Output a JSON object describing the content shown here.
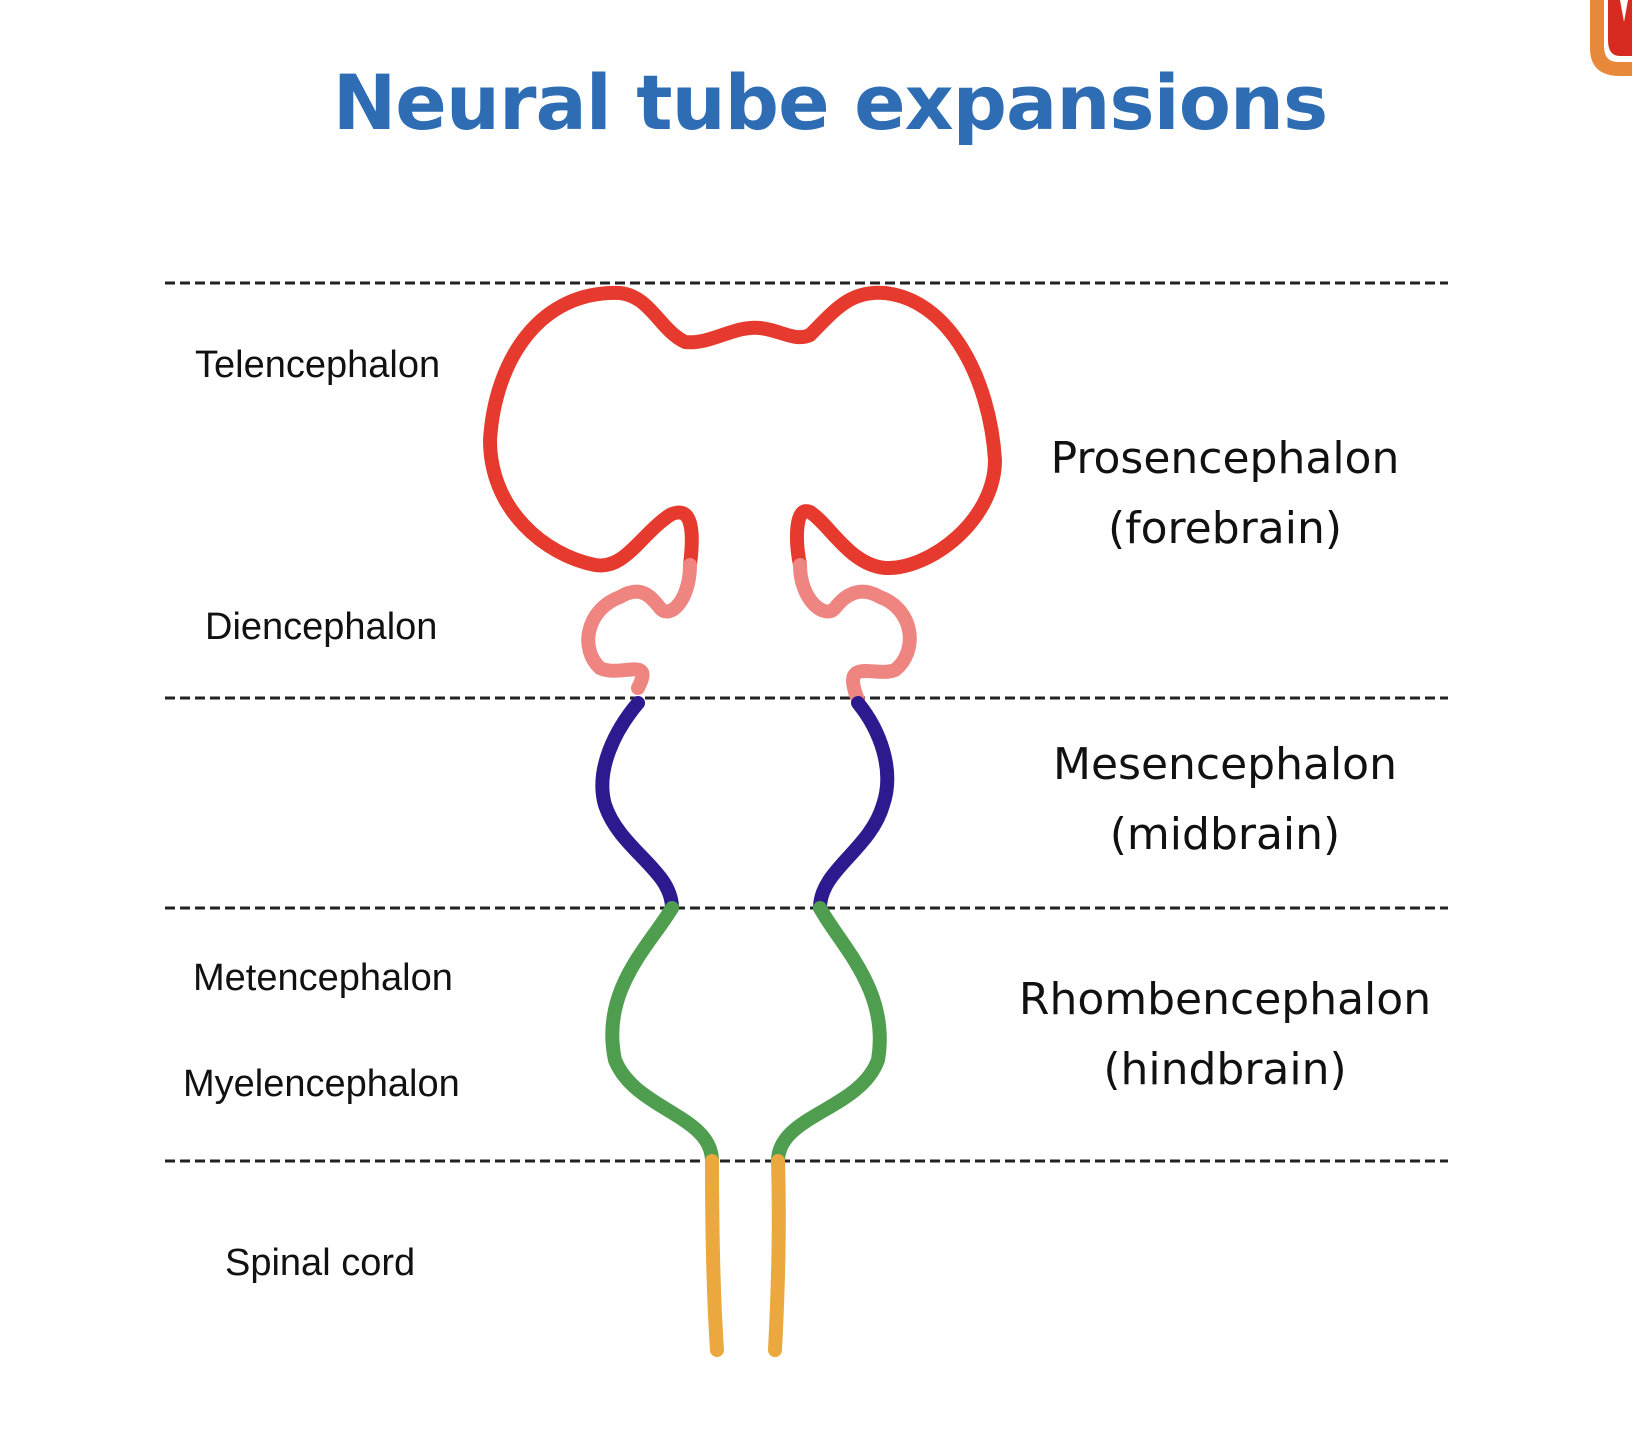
{
  "title": "Neural tube expansions",
  "colors": {
    "title": "#2e6db4",
    "telencephalon": "#e63a2e",
    "diencephalon": "#ef8580",
    "mesencephalon": "#2e1a8f",
    "rhombencephalon": "#4f9e4f",
    "spinal_cord": "#eaa83f",
    "logo_orange": "#e8883a",
    "logo_red": "#d72b22"
  },
  "left_labels": {
    "telencephalon": "Telencephalon",
    "diencephalon": "Diencephalon",
    "metencephalon": "Metencephalon",
    "myelencephalon": "Myelencephalon",
    "spinal_cord": "Spinal cord"
  },
  "right_labels": {
    "prosencephalon": {
      "name": "Prosencephalon",
      "common": "(forebrain)"
    },
    "mesencephalon": {
      "name": "Mesencephalon",
      "common": "(midbrain)"
    },
    "rhombencephalon": {
      "name": "Rhombencephalon",
      "common": "(hindbrain)"
    }
  },
  "icons": {
    "logo": "university-logo-icon"
  }
}
